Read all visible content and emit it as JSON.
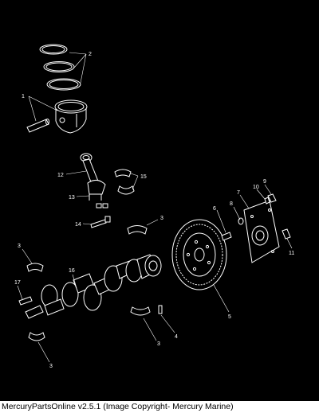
{
  "caption": "MercuryPartsOnline v2.5.1 (Image Copyright- Mercury Marine)",
  "colors": {
    "background": "#000000",
    "linework": "#ffffff",
    "caption_bg": "#ffffff",
    "caption_text": "#000000"
  },
  "callouts": {
    "c1": "1",
    "c2": "2",
    "c3a": "3",
    "c3b": "3",
    "c3c": "3",
    "c3d": "3",
    "c4": "4",
    "c5": "5",
    "c6": "6",
    "c7": "7",
    "c8": "8",
    "c9": "9",
    "c10": "10",
    "c11": "11",
    "c12": "12",
    "c13": "13",
    "c14": "14",
    "c15": "15",
    "c16": "16",
    "c17": "17"
  }
}
